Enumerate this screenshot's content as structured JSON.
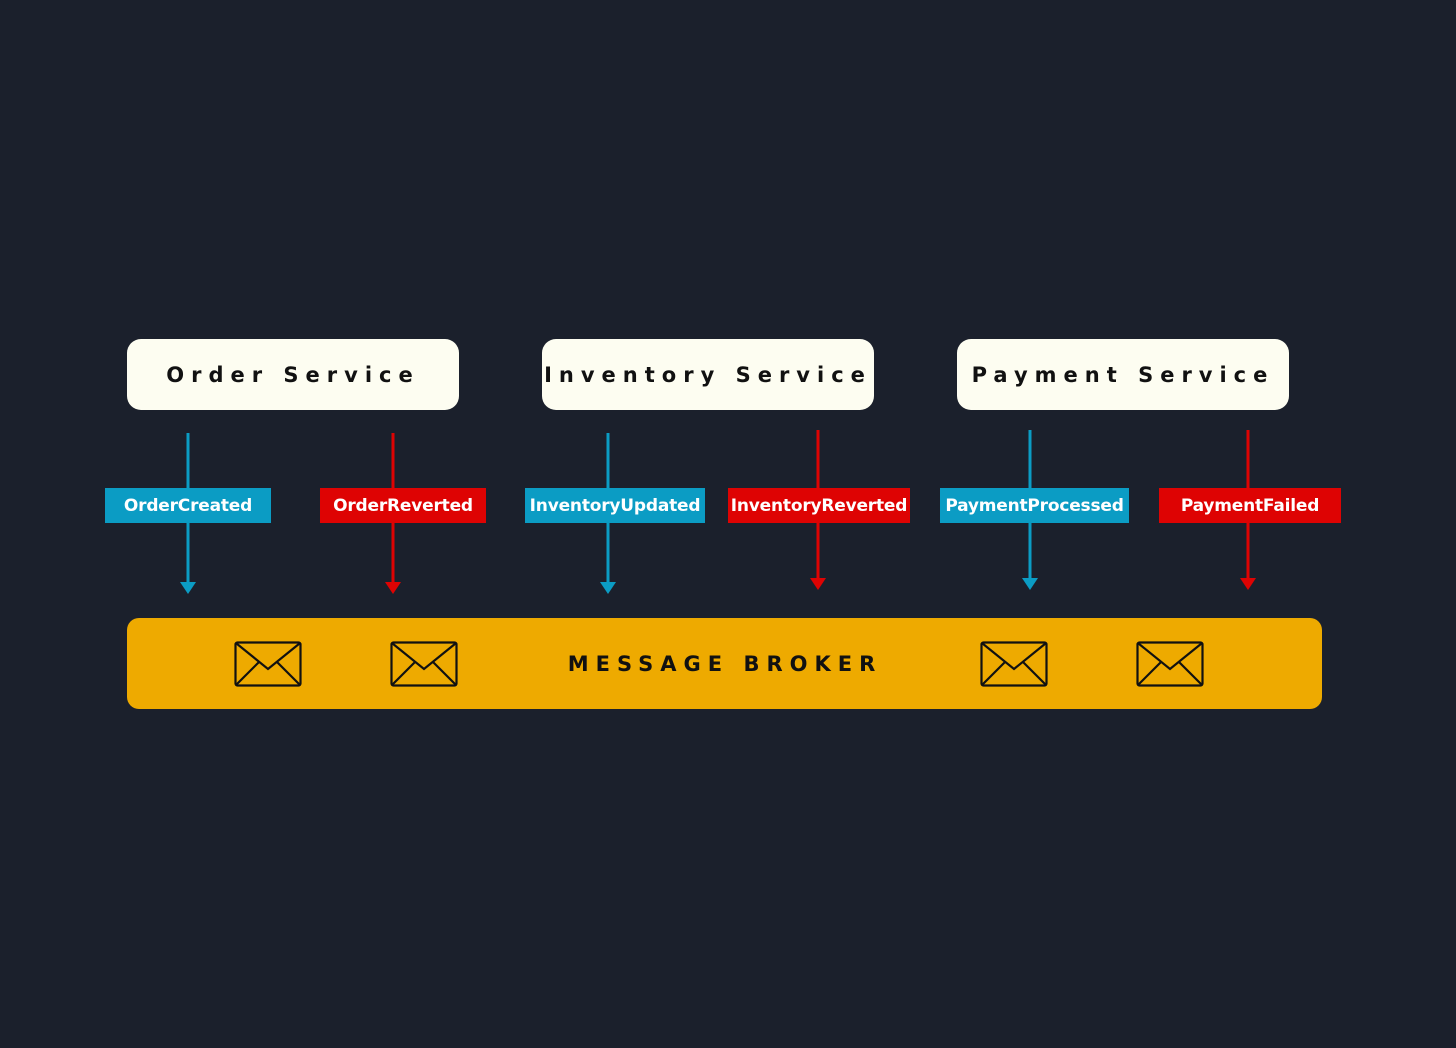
{
  "services": {
    "order": "Order Service",
    "inventory": "Inventory Service",
    "payment": "Payment Service"
  },
  "events": {
    "order_created": "OrderCreated",
    "order_reverted": "OrderReverted",
    "inventory_updated": "InventoryUpdated",
    "inventory_reverted": "InventoryReverted",
    "payment_processed": "PaymentProcessed",
    "payment_failed": "PaymentFailed"
  },
  "broker": {
    "label": "MESSAGE BROKER"
  },
  "icons": {
    "event_arrow": "arrow-down-icon",
    "message": "envelope-icon"
  },
  "colors": {
    "background": "#1b202c",
    "service_box": "#fdfdf1",
    "success_event": "#0b9cc4",
    "failure_event": "#de0303",
    "broker": "#eeaa00"
  }
}
